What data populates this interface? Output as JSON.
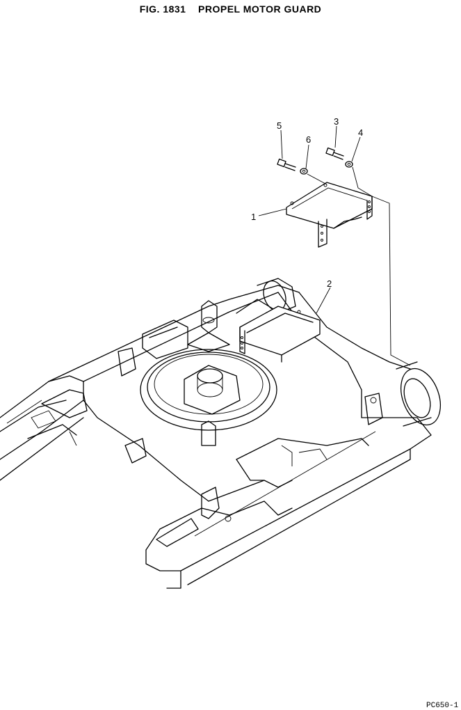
{
  "figure": {
    "title": "FIG. 1831    PROPEL MOTOR GUARD",
    "corner_code": "PC650-1"
  },
  "callouts": [
    {
      "number": "1",
      "part": "guard"
    },
    {
      "number": "2",
      "part": "guard"
    },
    {
      "number": "3",
      "part": "bolt"
    },
    {
      "number": "4",
      "part": "washer"
    },
    {
      "number": "5",
      "part": "bolt"
    },
    {
      "number": "6",
      "part": "washer"
    }
  ]
}
